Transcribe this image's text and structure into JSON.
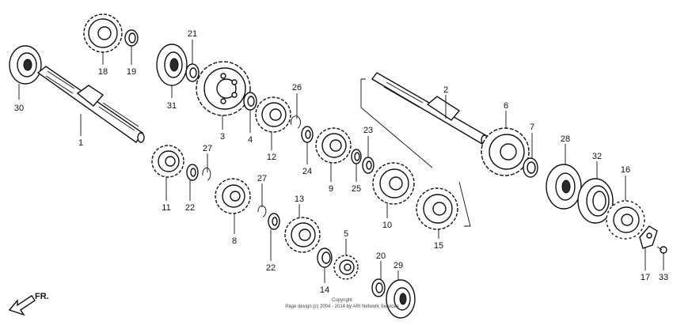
{
  "labels": {
    "l1": "1",
    "l2": "2",
    "l4": "4",
    "l5": "5",
    "l6": "6",
    "l7": "7",
    "l8": "8",
    "l9": "9",
    "l10": "10",
    "l11": "11",
    "l12": "12",
    "l13": "13",
    "l14": "14",
    "l15": "15",
    "l16": "16",
    "l17": "17",
    "l18": "18",
    "l19": "19",
    "l20": "20",
    "l21": "21",
    "l22a": "22",
    "l22b": "22",
    "l23": "23",
    "l24": "24",
    "l25": "25",
    "l26": "26",
    "l27a": "27",
    "l27b": "27",
    "l28": "28",
    "l29": "29",
    "l30": "30",
    "l31": "31",
    "l32": "32",
    "l33": "33",
    "l3": "3"
  },
  "copyright": {
    "line1": "Copyright",
    "line2": "Page design (c) 2004 - 2014 by ARI Network Services"
  },
  "direction": "FR."
}
